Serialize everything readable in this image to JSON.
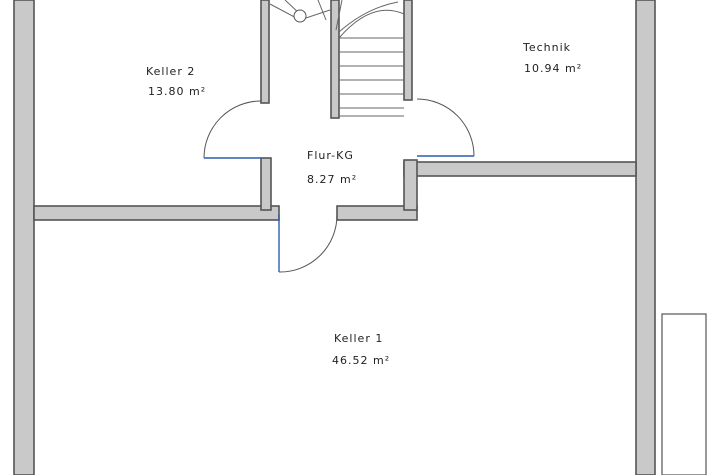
{
  "rooms": [
    {
      "id": "keller2",
      "name": "Keller 2",
      "area": "13.80 m²"
    },
    {
      "id": "technik",
      "name": "Technik",
      "area": "10.94 m²"
    },
    {
      "id": "flur",
      "name": "Flur-KG",
      "area": "8.27 m²"
    },
    {
      "id": "keller1",
      "name": "Keller 1",
      "area": "46.52 m²"
    }
  ],
  "colors": {
    "wall_fill": "#c9c9c9",
    "wall_stroke": "#555555",
    "door": "#2a5db0"
  }
}
